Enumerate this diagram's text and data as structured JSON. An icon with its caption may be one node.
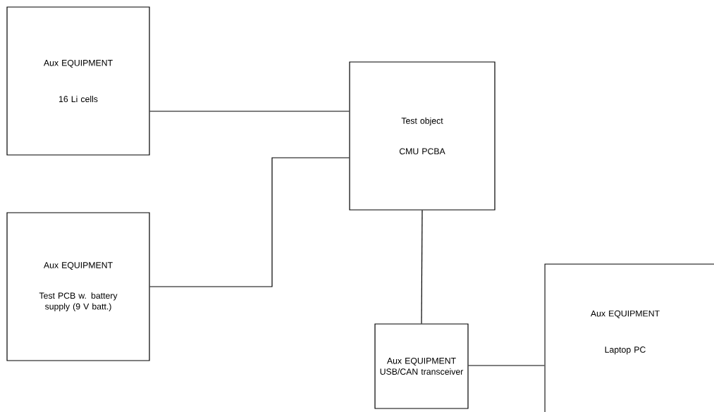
{
  "diagram": {
    "nodes": [
      {
        "text": [
          "Aux EQUIPMENT",
          "16 Li cells"
        ]
      },
      {
        "text": [
          "Test object",
          "CMU PCBA"
        ]
      },
      {
        "text": [
          "Aux EQUIPMENT",
          "Test PCB w. battery supply (9 V batt.)"
        ]
      },
      {
        "text": [
          "Aux EQUIPMENT",
          "USB/CAN transceiver"
        ]
      },
      {
        "text": [
          "Aux EQUIPMENT",
          "Laptop PC"
        ]
      }
    ],
    "edges": [
      {
        "from": 0,
        "to": 1,
        "arrow": "none"
      },
      {
        "from": 2,
        "to": 1,
        "arrow": "none"
      },
      {
        "from": 1,
        "to": 3,
        "arrow": "none"
      },
      {
        "from": 3,
        "to": 4,
        "arrow": "none"
      }
    ]
  }
}
